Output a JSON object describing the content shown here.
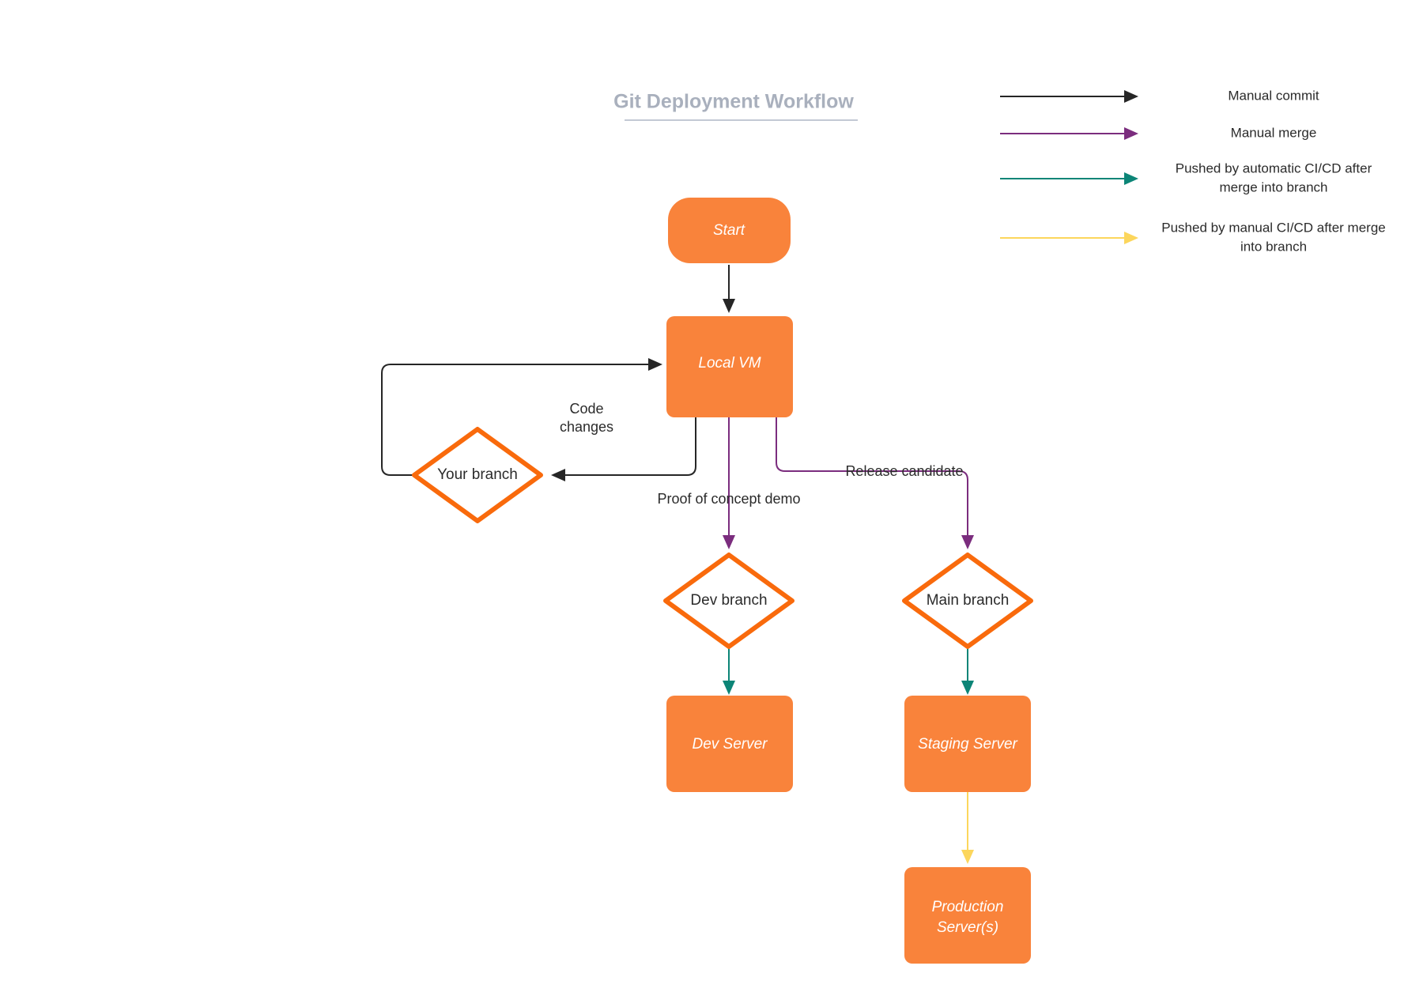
{
  "title": {
    "text": "Git Deployment Workflow"
  },
  "colors": {
    "node_fill": "#f9833b",
    "node_stroke": "#f96a0c",
    "node_text_light": "#ffffff",
    "node_text_dark": "#2b2b2b",
    "title": "#a9b0bd",
    "manual_commit": "#262626",
    "manual_merge": "#7b2d7e",
    "auto_cicd": "#0c8577",
    "manual_cicd": "#fcd65c",
    "background": "#ffffff"
  },
  "nodes": {
    "start": {
      "label": "Start",
      "shape": "rounded-pill"
    },
    "local_vm": {
      "label": "Local VM",
      "shape": "rounded-rect"
    },
    "your_branch": {
      "label": "Your branch",
      "shape": "diamond"
    },
    "dev_branch": {
      "label": "Dev branch",
      "shape": "diamond"
    },
    "main_branch": {
      "label": "Main branch",
      "shape": "diamond"
    },
    "dev_server": {
      "label": "Dev Server",
      "shape": "rounded-rect"
    },
    "staging_server": {
      "label": "Staging Server",
      "shape": "rounded-rect"
    },
    "production_server": {
      "label_line1": "Production",
      "label_line2": "Server(s)",
      "shape": "rounded-rect"
    }
  },
  "edge_labels": {
    "code_changes_line1": "Code",
    "code_changes_line2": "changes",
    "proof_of_concept": "Proof of concept demo",
    "release_candidate": "Release candidate"
  },
  "legend": {
    "items": [
      {
        "label": "Manual commit",
        "color": "#262626",
        "label_line1": "Manual commit",
        "label_line2": ""
      },
      {
        "label": "Manual merge",
        "color": "#7b2d7e",
        "label_line1": "Manual merge",
        "label_line2": ""
      },
      {
        "label": "Pushed by automatic CI/CD after merge into branch",
        "color": "#0c8577",
        "label_line1": "Pushed by automatic CI/CD after",
        "label_line2": "merge into branch"
      },
      {
        "label": "Pushed by manual CI/CD after merge into branch",
        "color": "#fcd65c",
        "label_line1": "Pushed by manual CI/CD after merge",
        "label_line2": "into branch"
      }
    ]
  }
}
